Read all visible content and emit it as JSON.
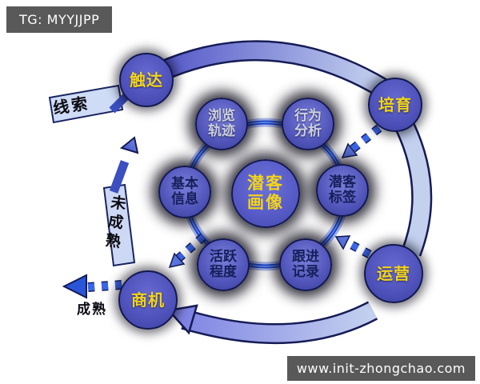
{
  "badge": {
    "label": "TG: MYYJJPP"
  },
  "watermark": {
    "label": "www.init-zhongchao.com"
  },
  "diagram": {
    "center": {
      "line1": "潜客",
      "line2": "画像"
    },
    "inner_nodes": {
      "browse": {
        "line1": "浏览",
        "line2": "轨迹"
      },
      "behavior": {
        "line1": "行为",
        "line2": "分析"
      },
      "basic": {
        "line1": "基本",
        "line2": "信息"
      },
      "tags": {
        "line1": "潜客",
        "line2": "标签"
      },
      "activity": {
        "line1": "活跃",
        "line2": "程度"
      },
      "follow": {
        "line1": "跟进",
        "line2": "记录"
      }
    },
    "outer_nodes": {
      "reach": {
        "label": "触达"
      },
      "nurture": {
        "label": "培育"
      },
      "operate": {
        "label": "运营"
      },
      "opportunity": {
        "label": "商机"
      }
    },
    "flow_labels": {
      "leads": "线索",
      "immature": "未成熟",
      "mature": "成熟"
    },
    "colors": {
      "node_fill": "#4f53bb",
      "node_border": "#12184e",
      "accent_yellow": "#f2d41c",
      "inner_ring_blue": "#1d49d8",
      "band_light": "#c5d2ef",
      "band_dark": "#5457c8",
      "dash_blue": "#3a66e8",
      "badge_bg": "#595959",
      "badge_text": "#ffffff"
    }
  }
}
